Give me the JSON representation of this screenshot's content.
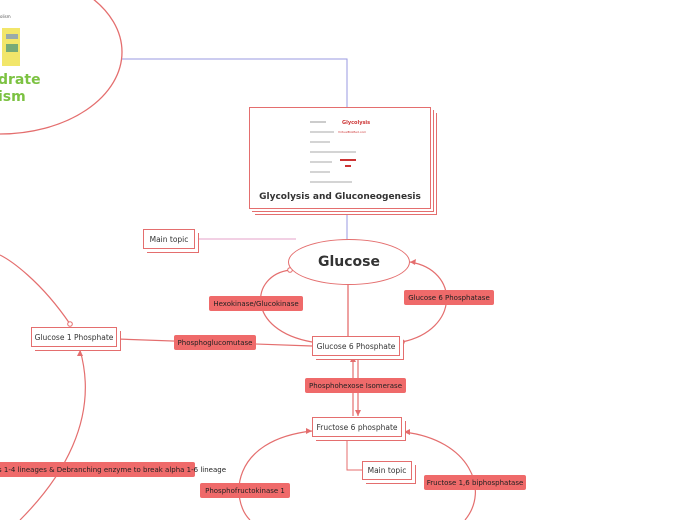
{
  "root": {
    "line1": "drate",
    "line2": "ism",
    "thumb_text": "olism"
  },
  "center_card": {
    "caption": "Glycolysis and Gluconeogenesis",
    "thumb_title": "Glycolysis",
    "thumb_subtitle": "VirtualBioMed.com"
  },
  "center_topic": "Glucose",
  "nodes": {
    "g6p": "Glucose 6 Phosphate",
    "g1p": "Glucose 1 Phosphate",
    "f6p": "Fructose 6 phosphate",
    "main_topic_1": "Main topic",
    "main_topic_2": "Main topic"
  },
  "links": {
    "hexokinase": "Hexokinase/Glucokinase",
    "g6phosphatase": "Glucose 6 Phosphatase",
    "phosphoglucomutase": "Phosphoglucomutase",
    "isomerase": "Phosphohexose Isomerase",
    "pfk": "Phosphofructokinase 1",
    "fbpase": "Fructose 1,6 biphosphatase",
    "debranching": "s 1-4 lineages & Debranching enzyme to break alpha 1-6 lineage"
  },
  "colors": {
    "accent": "#e46e6e",
    "label_fill": "#ef6a6a",
    "connector": "#9a9ae0",
    "root_text": "#7cc242"
  }
}
